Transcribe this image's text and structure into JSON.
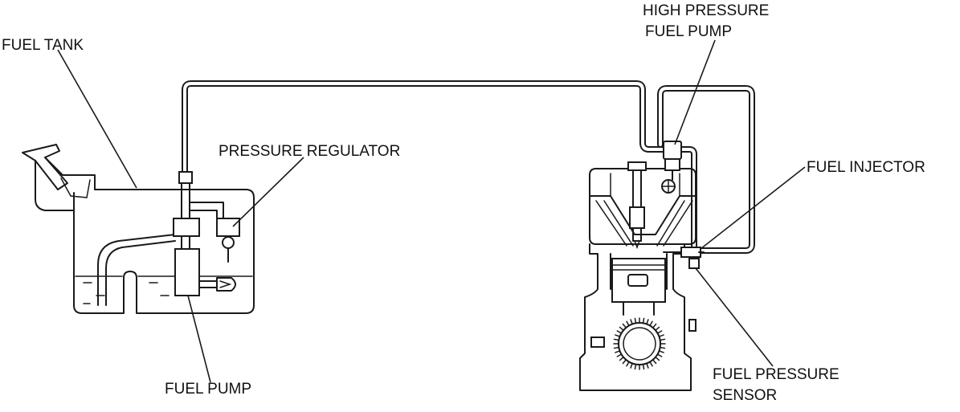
{
  "labels": {
    "fuel_tank": "FUEL TANK",
    "pressure_regulator": "PRESSURE REGULATOR",
    "fuel_pump": "FUEL PUMP",
    "high_pressure_fuel_pump_line1": "HIGH PRESSURE",
    "high_pressure_fuel_pump_line2": "FUEL PUMP",
    "fuel_injector": "FUEL INJECTOR",
    "fuel_pressure_sensor_line1": "FUEL PRESSURE",
    "fuel_pressure_sensor_line2": "SENSOR"
  }
}
